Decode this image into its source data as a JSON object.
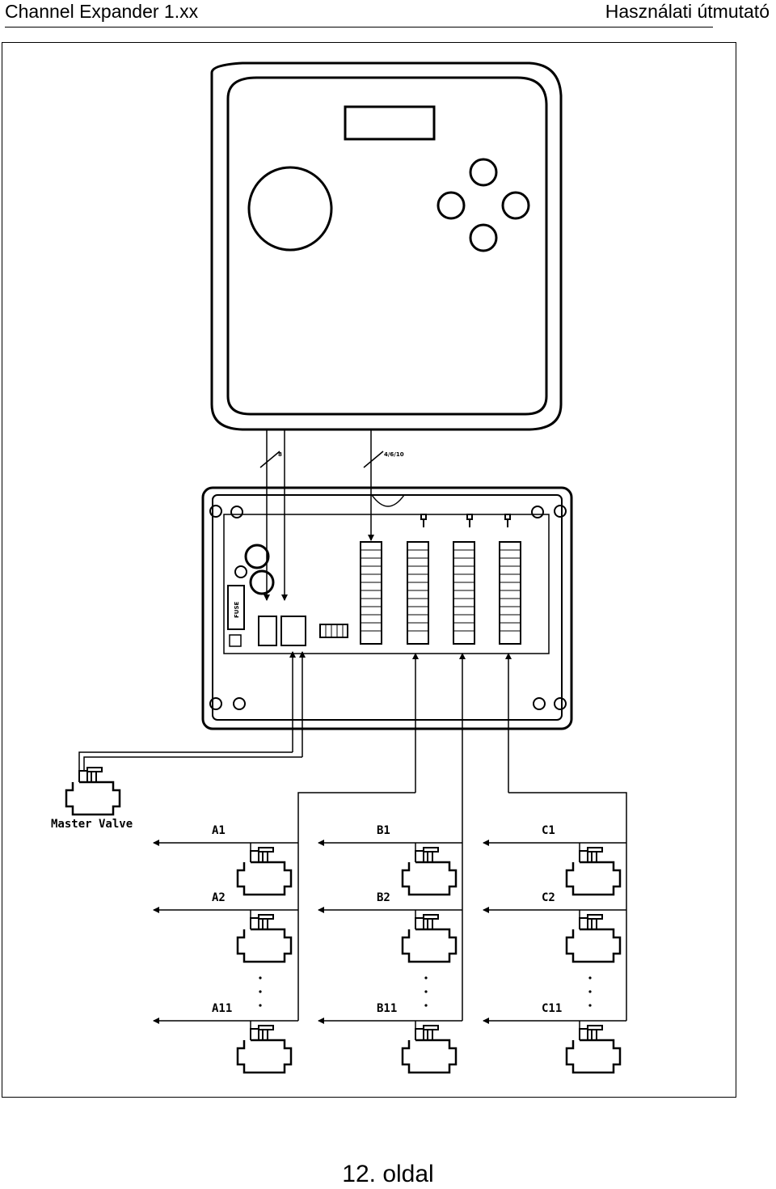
{
  "header": {
    "left_title": "Channel Expander 1.xx",
    "right_title": "Használati útmutató"
  },
  "footer": {
    "page_number": "12. oldal"
  },
  "diagram": {
    "cable_label_left": "8",
    "cable_label_right": "4/6/10",
    "fuse_label": "FUSE",
    "master_valve_label": "Master Valve",
    "zones": {
      "a": [
        "A1",
        "A2",
        "A11"
      ],
      "b": [
        "B1",
        "B2",
        "B11"
      ],
      "c": [
        "C1",
        "C2",
        "C11"
      ]
    }
  }
}
